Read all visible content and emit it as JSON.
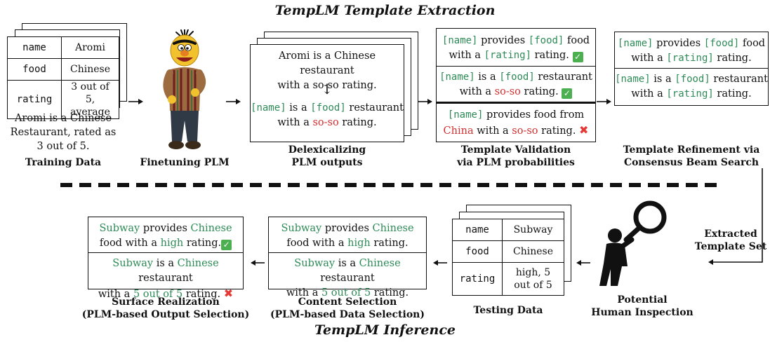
{
  "titles": {
    "extraction": "TempLM Template Extraction",
    "inference": "TempLM Inference"
  },
  "training": {
    "rows": [
      {
        "key": "name",
        "value": "Aromi"
      },
      {
        "key": "food",
        "value": "Chinese"
      },
      {
        "key": "rating",
        "value": "3 out of 5, average"
      }
    ],
    "text_l1": "Aromi is a Chinese",
    "text_l2": "Restaurant, rated as",
    "text_l3": "3 out of 5.",
    "caption": "Training Data"
  },
  "finetune": {
    "caption": "Finetuning PLM"
  },
  "delex": {
    "l1": "Aromi is a Chinese restaurant",
    "l2": "with a so-so rating.",
    "arrow": "↓",
    "t_name": "[name]",
    "t_isa": " is a ",
    "t_food": "[food]",
    "t_rest": " restaurant",
    "t_with": "with a ",
    "t_soso": "so-so",
    "t_rating": " rating.",
    "cap1": "Delexicalizing",
    "cap2": "PLM outputs"
  },
  "validation": {
    "a_name": "[name]",
    "a_prov": " provides ",
    "a_food": "[food]",
    "a_foodw": " food",
    "a_with": "with a ",
    "a_rat": "[rating]",
    "a_ratw": " rating. ",
    "b_name": "[name]",
    "b_isa": " is a ",
    "b_food": "[food]",
    "b_rest": " restaurant",
    "b_with": "with a ",
    "b_soso": "so-so",
    "b_ratw": " rating. ",
    "c_name": "[name]",
    "c_prov": " provides food from",
    "c_china": "China",
    "c_with": " with a ",
    "c_soso": "so-so",
    "c_ratw": " rating. ",
    "check": "✓",
    "cross": "✖",
    "cap1": "Template Validation",
    "cap2": "via PLM probabilities"
  },
  "refine": {
    "a_name": "[name]",
    "a_prov": " provides ",
    "a_food": "[food]",
    "a_foodw": " food",
    "a_with": "with a ",
    "a_rat": "[rating]",
    "a_ratw": " rating.",
    "b_name": "[name]",
    "b_isa": " is a ",
    "b_food": "[food]",
    "b_rest": " restaurant",
    "b_with": "with a ",
    "b_rat": "[rating]",
    "b_ratw": " rating.",
    "cap1": "Template Refinement via",
    "cap2": "Consensus Beam Search"
  },
  "extracted": {
    "l1": "Extracted",
    "l2": "Template Set"
  },
  "human": {
    "l1": "Potential",
    "l2": "Human Inspection"
  },
  "testing": {
    "rows": [
      {
        "key": "name",
        "value": "Subway"
      },
      {
        "key": "food",
        "value": "Chinese"
      },
      {
        "key": "rating",
        "value": "high, 5 out of 5"
      }
    ],
    "caption": "Testing Data"
  },
  "content": {
    "a_sub": "Subway",
    "a_prov": " provides ",
    "a_chi": "Chinese",
    "a_foodw": "food with a ",
    "a_high": "high",
    "a_ratw": " rating.",
    "b_sub": "Subway",
    "b_isa": " is a ",
    "b_chi": "Chinese",
    "b_rest": " restaurant",
    "b_with": "with a ",
    "b_five": "5 out of 5",
    "b_ratw": " rating.",
    "cap1": "Content Selection",
    "cap2": "(PLM-based Data Selection)"
  },
  "surface": {
    "a_sub": "Subway",
    "a_prov": " provides ",
    "a_chi": "Chinese",
    "a_foodw": "food with a ",
    "a_high": "high",
    "a_ratw": " rating.",
    "b_sub": "Subway",
    "b_isa": " is a ",
    "b_chi": "Chinese",
    "b_rest": " restaurant",
    "b_with": "with a ",
    "b_five": "5 out of 5",
    "b_ratw": " rating. ",
    "cap1": "Surface Realization",
    "cap2": "(PLM-based Output Selection)"
  },
  "colors": {
    "slot": "#2e8b57",
    "error": "#d32f2f"
  }
}
